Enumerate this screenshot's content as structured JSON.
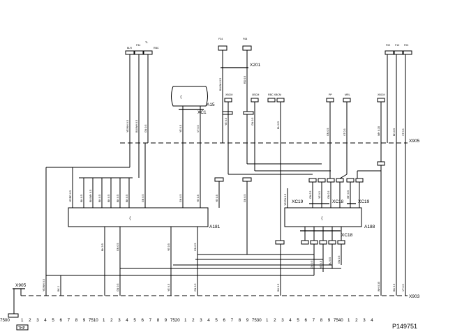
{
  "diagram": {
    "ref_code": "P149751",
    "footer_box": "THP",
    "scale_start": "7500",
    "scale_markers": [
      "7510",
      "7520",
      "7530",
      "7540"
    ],
    "scale_digits": [
      "1",
      "2",
      "3",
      "4",
      "5",
      "6",
      "7",
      "8",
      "9"
    ],
    "modules": {
      "a15": "A15",
      "a181": "A181",
      "a188": "A188"
    },
    "connectors": {
      "x905_top": "X905",
      "x905_left": "X905",
      "x903": "X903",
      "x201": "X201",
      "xc1": "XC1",
      "xc18_upper": "XC18",
      "xc18_lower": "XC18",
      "xc19_left": "XC19",
      "xc19_right": "XC19"
    },
    "fuse_tags": {
      "f1": "F34",
      "f2": "F08",
      "f3": "F02",
      "f4": "F10",
      "f5": "F03"
    },
    "relay_labels": {
      "r1": "XBCM",
      "r2": "XBCM",
      "r3": "RBC XBCM",
      "r4": "PP",
      "r5": "MRL",
      "r6": "XBCM"
    },
    "top_left_labels": {
      "a": "BLR",
      "b": "F34",
      "c": "TL",
      "d": "RBC"
    }
  }
}
